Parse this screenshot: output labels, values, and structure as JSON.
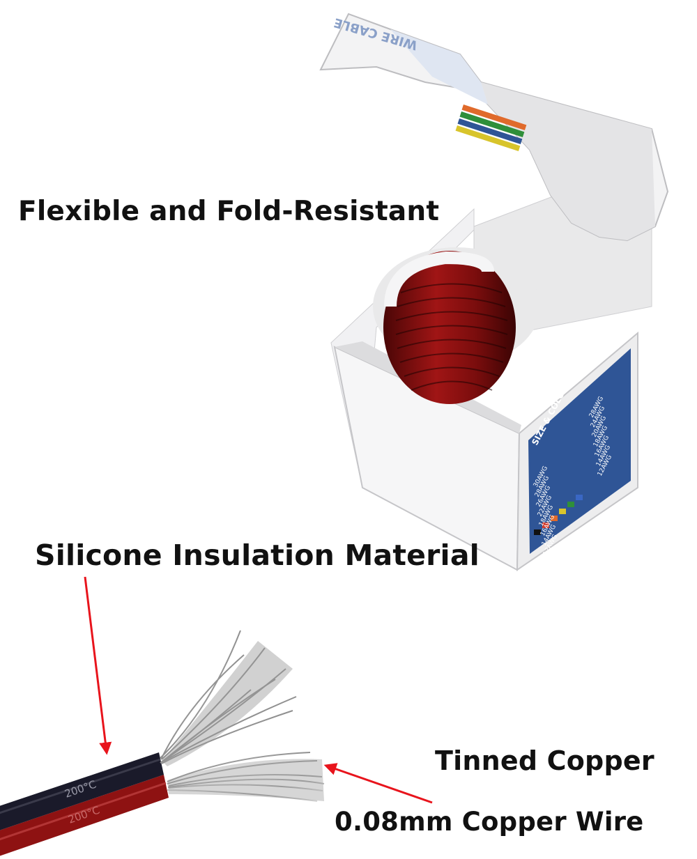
{
  "labels": {
    "flexible": "Flexible and Fold-Resistant",
    "insulation": "Silicone Insulation Material",
    "tinned": "Tinned Copper",
    "copper_wire": "0.08mm Copper Wire"
  },
  "box": {
    "side_panel_title": "SIZE & COLOR",
    "lid_text": "WIRE CABLE",
    "gauges_left": [
      "30AWG",
      "28AWG",
      "26AWG",
      "22AWG",
      "18AWG",
      "16AWG",
      "14AWG",
      "12AWG"
    ],
    "gauges_right": [
      "28AWG",
      "24AWG",
      "20AWG",
      "18AWG",
      "16AWG",
      "14AWG",
      "12AWG"
    ]
  },
  "cable": {
    "jacket_marking": "200°C"
  },
  "colors": {
    "background": "#ffffff",
    "text": "#111111",
    "arrow": "#e8141c",
    "wire_red": "#8e1212",
    "wire_black": "#1a1a2a",
    "box_panel_blue": "#2f5596",
    "strands": "#a9a9a9"
  }
}
